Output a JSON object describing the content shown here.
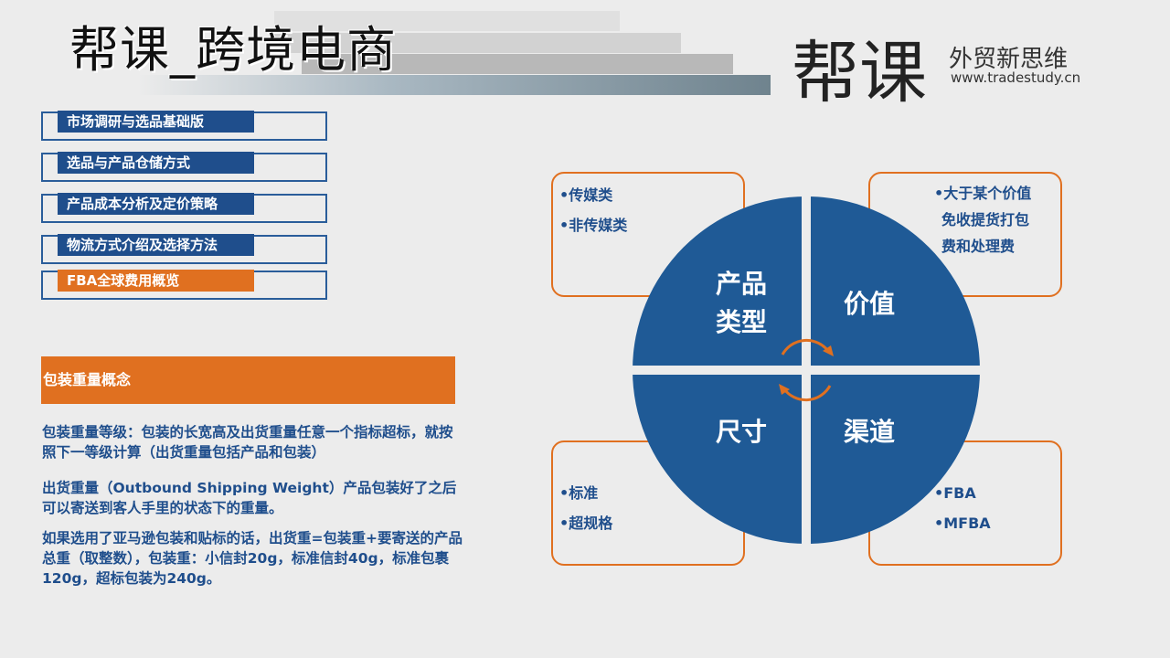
{
  "header": {
    "title": "帮课_跨境电商",
    "logo_main": "帮课",
    "logo_slogan": "外贸新思维",
    "logo_url": "www.tradestudy.cn"
  },
  "nav": [
    {
      "label": "市场调研与选品基础版"
    },
    {
      "label": "选品与产品仓储方式"
    },
    {
      "label": "产品成本分析及定价策略"
    },
    {
      "label": "物流方式介绍及选择方法"
    },
    {
      "label": "FBA全球费用概览",
      "active": true
    }
  ],
  "section": {
    "title": "包装重量概念",
    "paragraphs": [
      "包装重量等级：包装的长宽高及出货重量任意一个指标超标，就按照下一等级计算（出货重量包括产品和包装）",
      "出货重量（Outbound Shipping Weight）产品包装好了之后可以寄送到客人手里的状态下的重量。",
      "如果选用了亚马逊包装和贴标的话，出货重=包装重+要寄送的产品总重（取整数），包装重：小信封20g，标准信封40g，标准包裹120g，超标包装为240g。"
    ]
  },
  "diagram": {
    "quadrants": [
      {
        "label1": "产品",
        "label2": "类型",
        "items": [
          "•传媒类",
          "•非传媒类"
        ]
      },
      {
        "label1": "价值",
        "items": [
          "•大于某个价值",
          "免收提货打包",
          "费和处理费"
        ]
      },
      {
        "label1": "尺寸",
        "items": [
          "•标准",
          "•超规格"
        ]
      },
      {
        "label1": "渠道",
        "items": [
          "•FBA",
          "•MFBA"
        ]
      }
    ]
  },
  "colors": {
    "blue": "#1f5a96",
    "orange": "#e07020"
  }
}
